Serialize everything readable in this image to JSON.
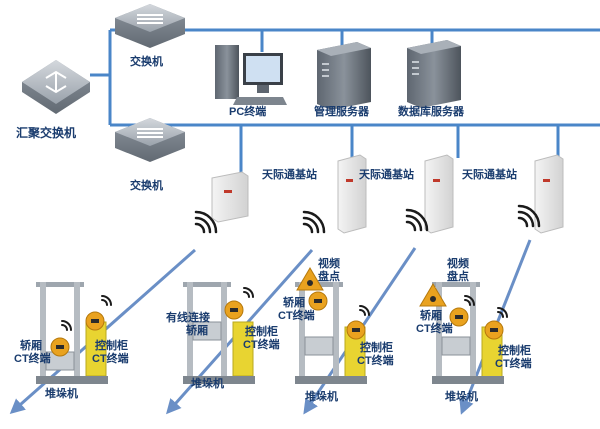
{
  "colors": {
    "backbone": "#4a86c8",
    "wireless_link": "#6a8fc6",
    "label": "#1a3c6e",
    "rack_yellow": "#e8d431",
    "badge_orange": "#e9a21f"
  },
  "labels": {
    "aggregation_switch": "汇聚交换机",
    "switch_top": "交换机",
    "switch_mid": "交换机",
    "pc_terminal": "PC终端",
    "mgmt_server": "管理服务器",
    "db_server": "数据库服务器",
    "base_station_1": "天际通基站",
    "base_station_2": "天际通基站",
    "base_station_3": "天际通基站",
    "car1_ct": "轿厢",
    "car1_ct2": "CT终端",
    "cab1_ct": "控制柜",
    "cab1_ct2": "CT终端",
    "stacker_1": "堆垛机",
    "wired": "有线连接",
    "car2": "轿厢",
    "cab2_ct": "控制柜",
    "cab2_ct2": "CT终端",
    "stacker_2": "堆垛机",
    "video_1": "视频",
    "video_1b": "盘点",
    "car3_ct": "轿厢",
    "car3_ct2": "CT终端",
    "cab3_ct": "控制柜",
    "cab3_ct2": "CT终端",
    "stacker_3": "堆垛机",
    "video_2": "视频",
    "video_2b": "盘点",
    "car4_ct": "轿厢",
    "car4_ct2": "CT终端",
    "cab4_ct": "控制柜",
    "cab4_ct2": "CT终端",
    "stacker_4": "堆垛机"
  },
  "icons": [
    "switch-icon",
    "pc-icon",
    "server-icon",
    "base-station-icon",
    "wifi-icon",
    "terminal-badge-icon",
    "camera-warning-icon",
    "stacker-crane-icon"
  ]
}
